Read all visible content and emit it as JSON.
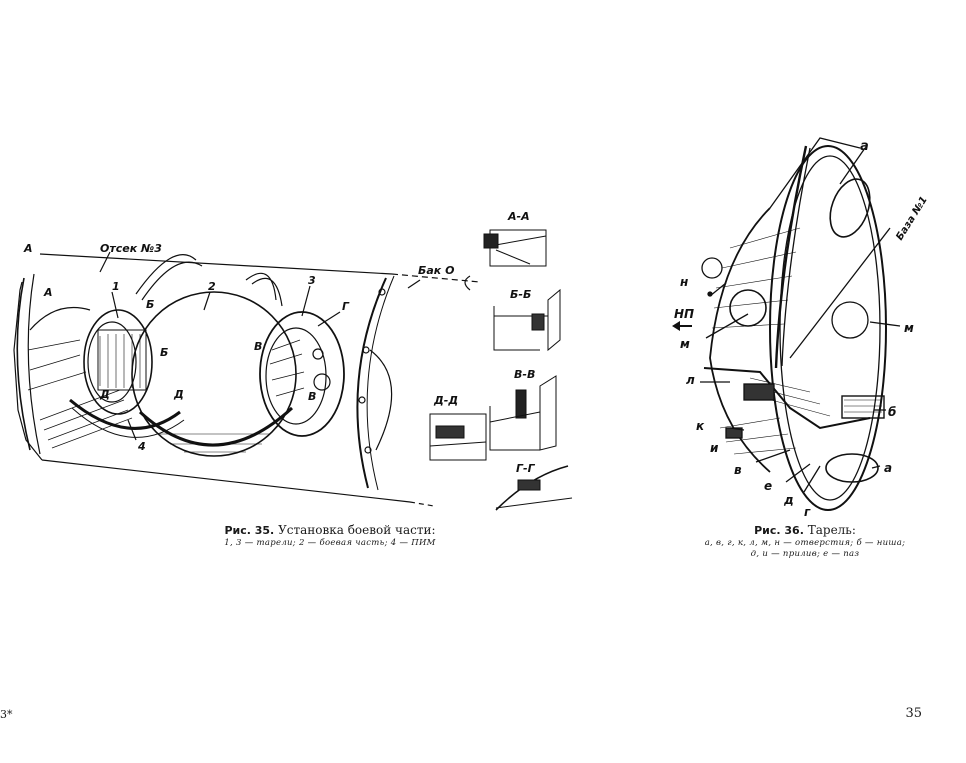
{
  "figure35": {
    "labels": {
      "compartment": "Отсек №3",
      "tank": "Бак О",
      "section_aa": "А-А",
      "section_bb": "Б-Б",
      "section_vv": "В-В",
      "section_dd": "Д-Д",
      "section_gg": "Г-Г",
      "a1": "А",
      "a2": "А",
      "n1": "1",
      "n2": "2",
      "n3": "3",
      "n4": "4",
      "b1": "Б",
      "b2": "Б",
      "v1": "В",
      "v2": "В",
      "d1": "Д",
      "d2": "Д",
      "g1": "Г"
    },
    "caption": {
      "prefix": "Рис. 35.",
      "title": "Установка боевой части:",
      "legend": "1, 3 — тарели; 2 — боевая часть; 4 — ПИМ"
    }
  },
  "figure36": {
    "labels": {
      "base": "База №1",
      "np": "НП",
      "a_top": "а",
      "a_bottom": "а",
      "n": "н",
      "m_left": "м",
      "m_right": "м",
      "l": "л",
      "k": "к",
      "i": "и",
      "v": "в",
      "e": "е",
      "d": "д",
      "g": "г",
      "b": "б"
    },
    "caption": {
      "prefix": "Рис. 36.",
      "title": "Тарель:",
      "legend_line1": "а, в, г, к, л, м, н — отверстия; б — ниша;",
      "legend_line2": "д, и — прилив; е — паз"
    }
  },
  "page": {
    "number": "35",
    "corner_mark": "3*"
  }
}
